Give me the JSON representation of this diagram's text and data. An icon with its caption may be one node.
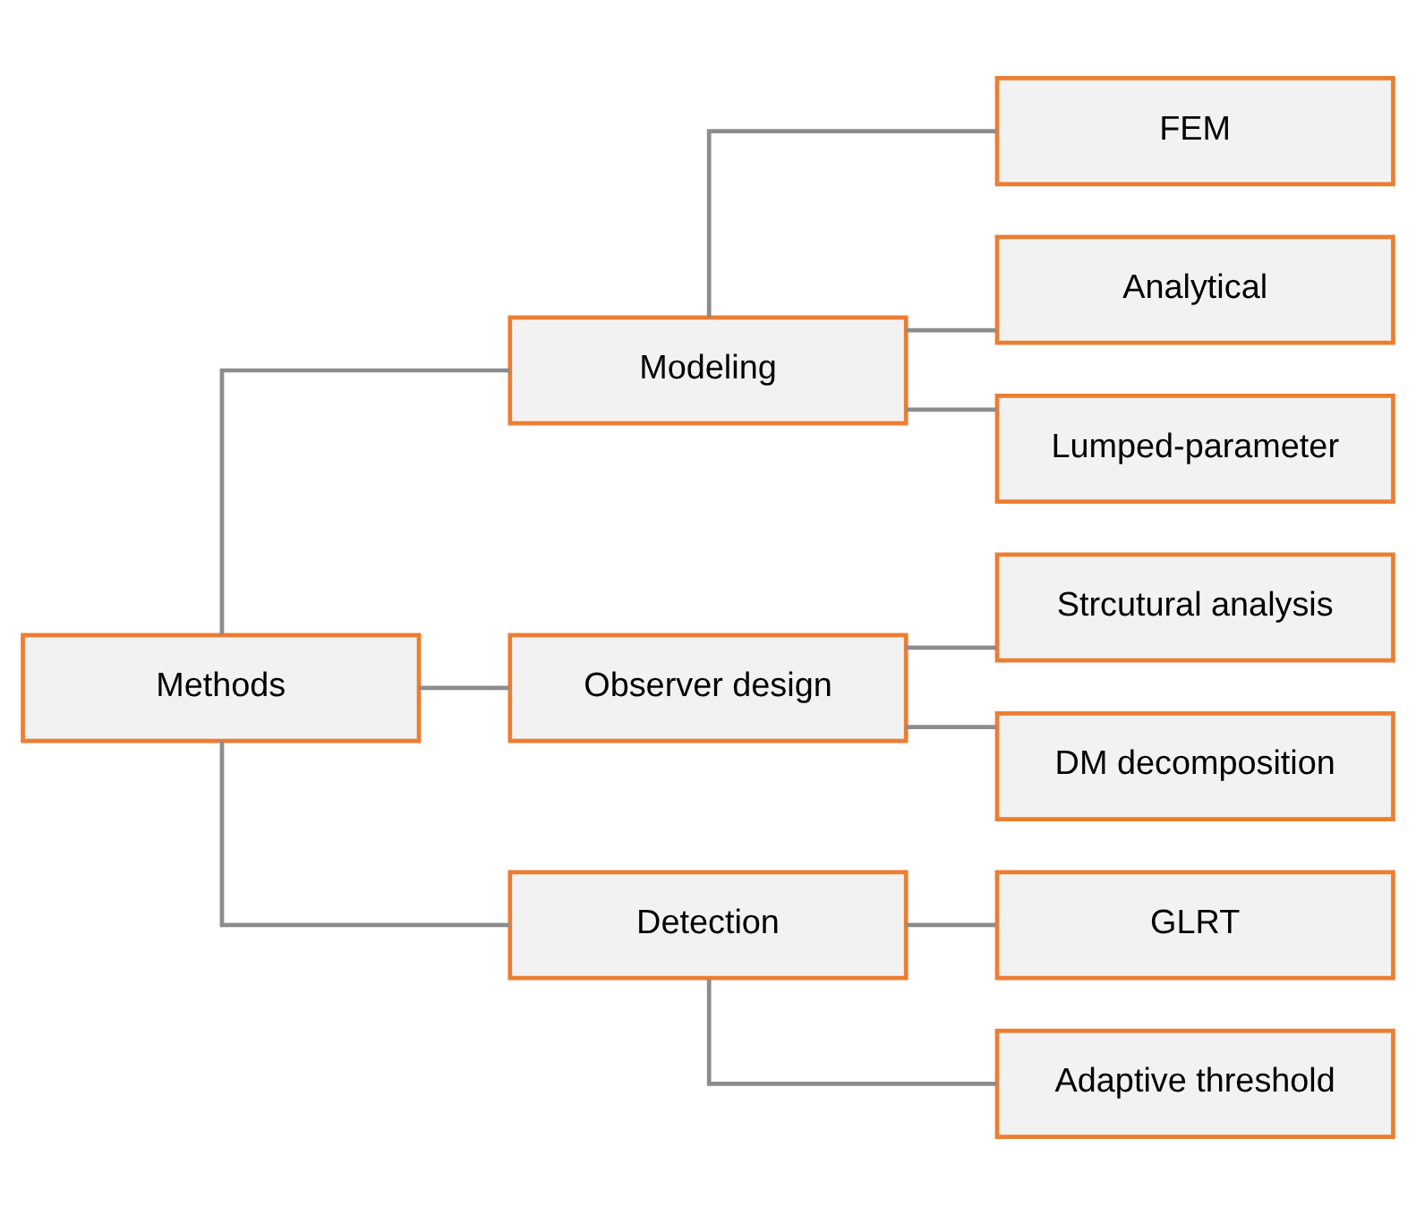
{
  "diagram": {
    "nodes": [
      {
        "text": [
          "Methods"
        ]
      },
      {
        "text": [
          "Modeling"
        ]
      },
      {
        "text": [
          "Observer design"
        ]
      },
      {
        "text": [
          "Detection"
        ]
      },
      {
        "text": [
          "FEM"
        ]
      },
      {
        "text": [
          "Analytical"
        ]
      },
      {
        "text": [
          "Lumped-parameter"
        ]
      },
      {
        "text": [
          "Strcutural analysis"
        ]
      },
      {
        "text": [
          "DM decomposition"
        ]
      },
      {
        "text": [
          "GLRT"
        ]
      },
      {
        "text": [
          "Adaptive threshold"
        ]
      }
    ],
    "edges": [
      {
        "from": 0,
        "to": 1,
        "arrow": "none"
      },
      {
        "from": 0,
        "to": 2,
        "arrow": "none"
      },
      {
        "from": 0,
        "to": 3,
        "arrow": "none"
      },
      {
        "from": 1,
        "to": 4,
        "arrow": "none"
      },
      {
        "from": 1,
        "to": 5,
        "arrow": "none"
      },
      {
        "from": 1,
        "to": 6,
        "arrow": "none"
      },
      {
        "from": 2,
        "to": 7,
        "arrow": "none"
      },
      {
        "from": 2,
        "to": 8,
        "arrow": "none"
      },
      {
        "from": 3,
        "to": 9,
        "arrow": "none"
      },
      {
        "from": 3,
        "to": 10,
        "arrow": "none"
      }
    ]
  }
}
